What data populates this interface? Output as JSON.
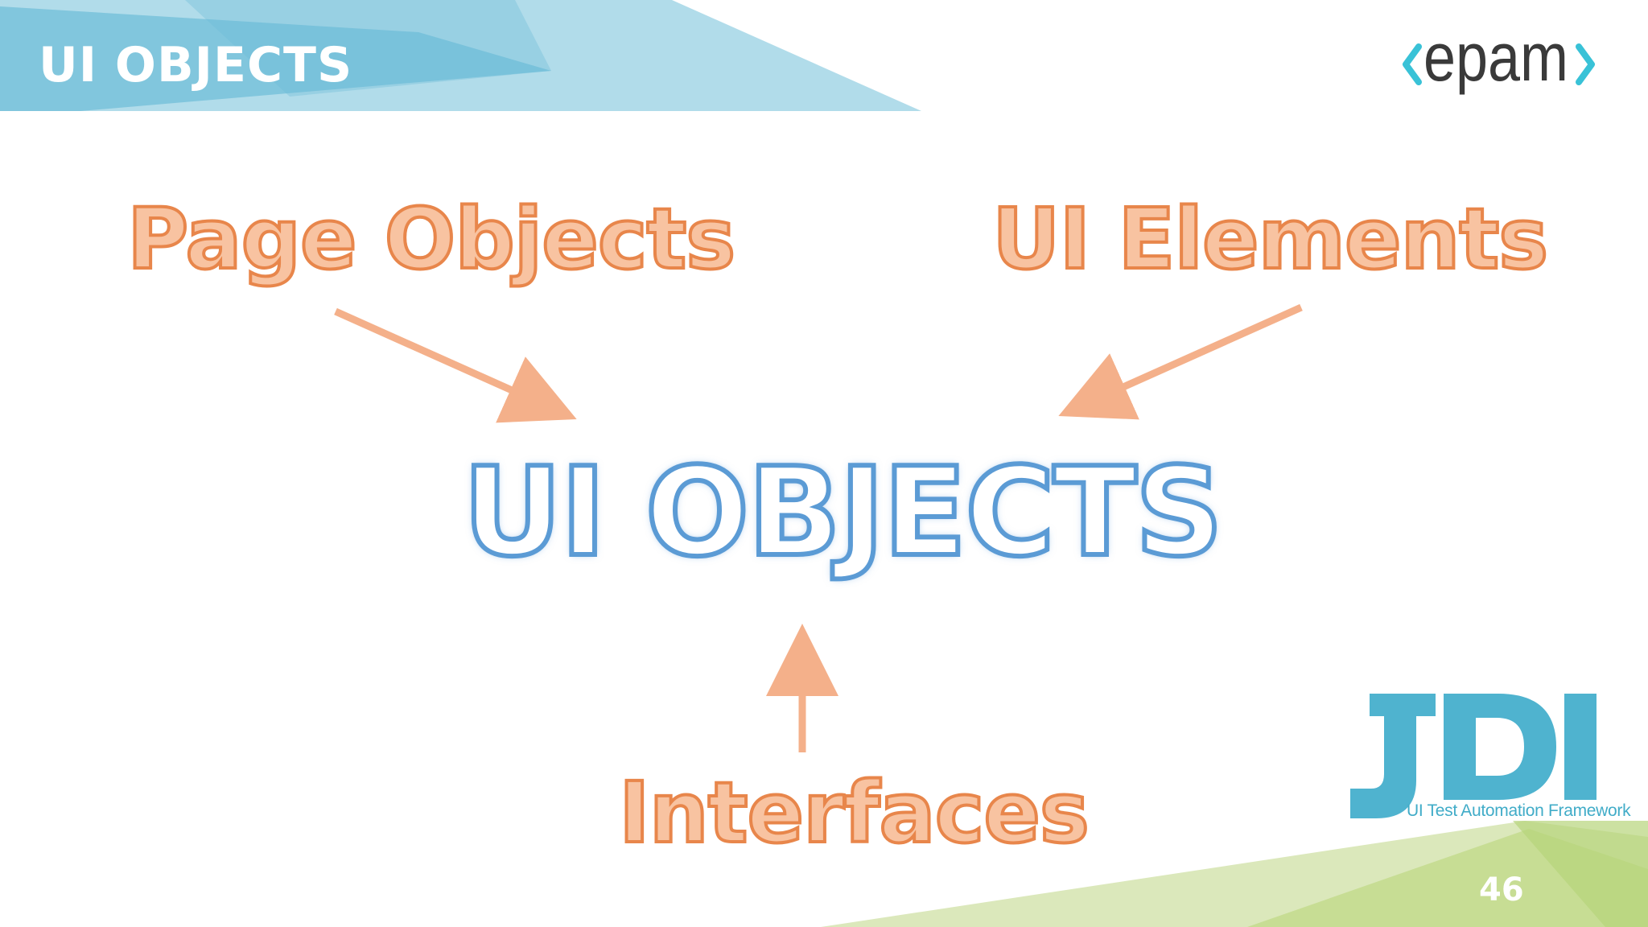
{
  "header": {
    "title": "UI OBJECTS"
  },
  "logo": {
    "text": "<epam>",
    "color": "#3a3a3a",
    "bracket_color": "#39c2d7"
  },
  "diagram": {
    "center": "UI OBJECTS",
    "nodes": {
      "page_objects": "Page Objects",
      "ui_elements": "UI Elements",
      "interfaces": "Interfaces"
    },
    "edges": [
      {
        "from": "Page Objects",
        "to": "UI OBJECTS"
      },
      {
        "from": "UI Elements",
        "to": "UI OBJECTS"
      },
      {
        "from": "Interfaces",
        "to": "UI OBJECTS"
      }
    ]
  },
  "jdi": {
    "logo_text": "JDI",
    "tagline": "UI Test Automation Framework",
    "color": "#4fb3cf"
  },
  "footer": {
    "page_number": "46"
  },
  "colors": {
    "header_band": "#7cc3dc",
    "arrow": "#f4b08a",
    "node_text_stroke": "#e8864b",
    "center_stroke": "#5b9bd5",
    "footer_band": "#cfe0a4"
  }
}
